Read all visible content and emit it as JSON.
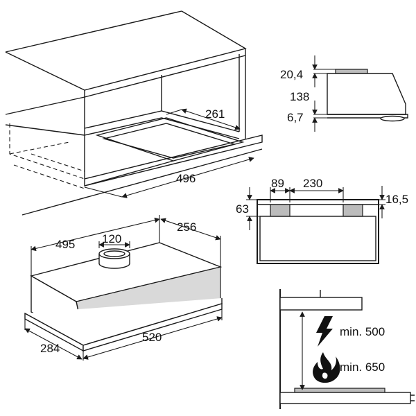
{
  "top_left_view": {
    "depth_dim": "261",
    "width_dim": "496"
  },
  "hood_3d_view": {
    "outlet_dim": "120",
    "top_width_dim": "495",
    "top_depth_dim": "256",
    "bottom_width_dim": "520",
    "bottom_depth_dim": "284"
  },
  "side_view": {
    "top_dim": "20,4",
    "height_dim": "138",
    "bottom_dim": "6,7"
  },
  "front_view": {
    "left_offset_dim": "89",
    "spacing_dim": "230",
    "right_height_dim": "16,5",
    "left_height_dim": "63"
  },
  "clearance_view": {
    "electric_label": "min. 500",
    "gas_label": "min. 650",
    "electric_icon": "lightning-icon",
    "gas_icon": "flame-icon"
  }
}
